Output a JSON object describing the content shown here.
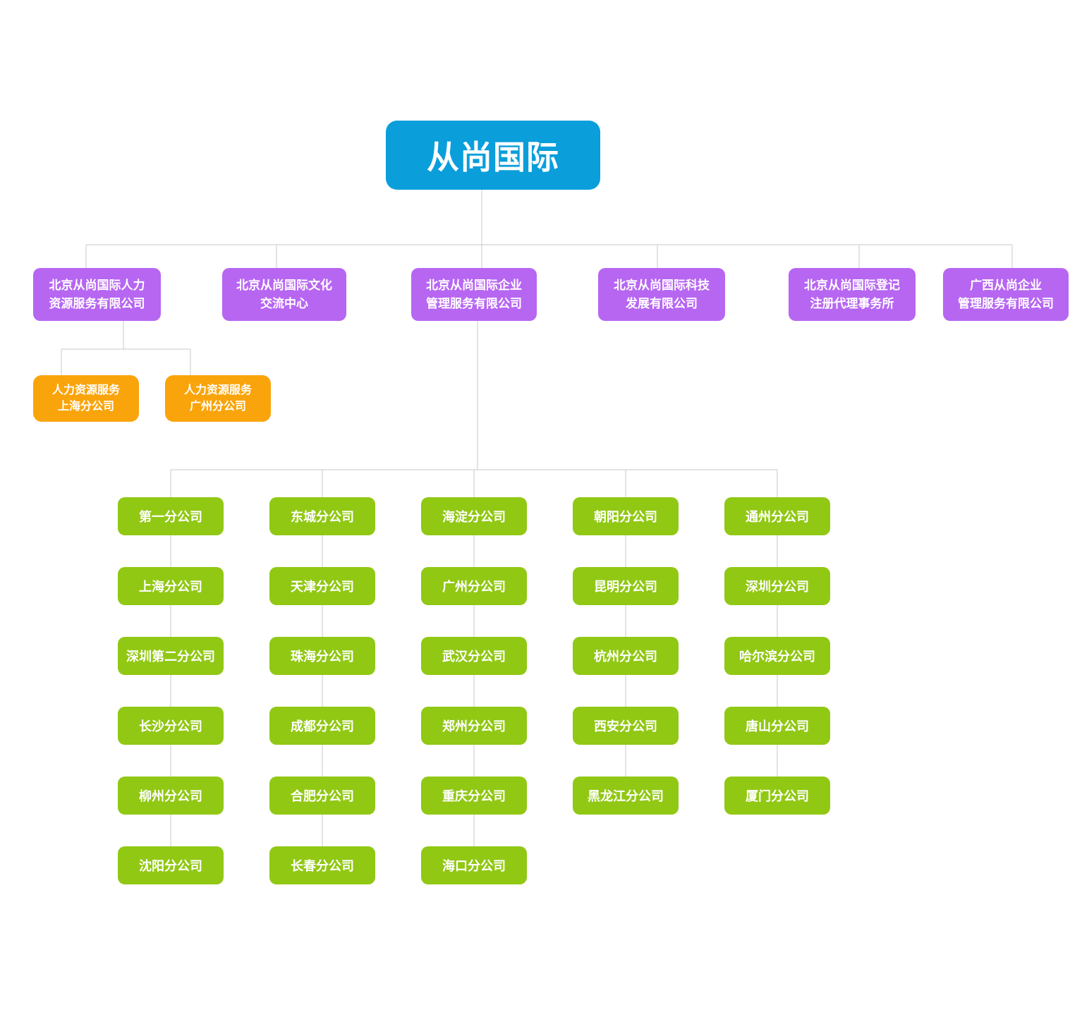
{
  "root": {
    "label": "从尚国际"
  },
  "companies": [
    {
      "line1": "北京从尚国际人力",
      "line2": "资源服务有限公司"
    },
    {
      "line1": "北京从尚国际文化",
      "line2": "交流中心"
    },
    {
      "line1": "北京从尚国际企业",
      "line2": "管理服务有限公司"
    },
    {
      "line1": "北京从尚国际科技",
      "line2": "发展有限公司"
    },
    {
      "line1": "北京从尚国际登记",
      "line2": "注册代理事务所"
    },
    {
      "line1": "广西从尚企业",
      "line2": "管理服务有限公司"
    }
  ],
  "hr_branches": [
    {
      "line1": "人力资源服务",
      "line2": "上海分公司"
    },
    {
      "line1": "人力资源服务",
      "line2": "广州分公司"
    }
  ],
  "branch_columns": [
    [
      "第一分公司",
      "上海分公司",
      "深圳第二分公司",
      "长沙分公司",
      "柳州分公司",
      "沈阳分公司"
    ],
    [
      "东城分公司",
      "天津分公司",
      "珠海分公司",
      "成都分公司",
      "合肥分公司",
      "长春分公司"
    ],
    [
      "海淀分公司",
      "广州分公司",
      "武汉分公司",
      "郑州分公司",
      "重庆分公司",
      "海口分公司"
    ],
    [
      "朝阳分公司",
      "昆明分公司",
      "杭州分公司",
      "西安分公司",
      "黑龙江分公司"
    ],
    [
      "通州分公司",
      "深圳分公司",
      "哈尔滨分公司",
      "唐山分公司",
      "厦门分公司"
    ]
  ],
  "colors": {
    "root-bg": "#0a9edb",
    "level2-bg": "#b766f2",
    "hr-bg": "#faa40b",
    "branch-bg": "#91c814",
    "connector": "#c9c9c9",
    "node-text": "#ffffff"
  }
}
